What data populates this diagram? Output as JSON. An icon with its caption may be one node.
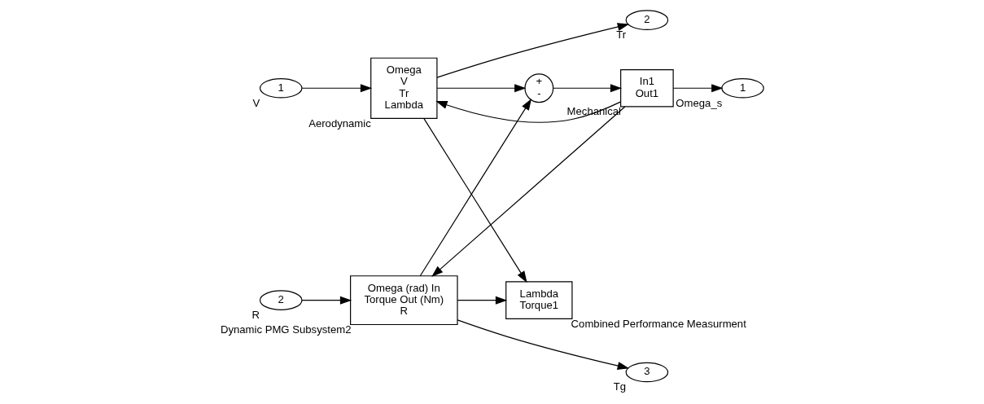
{
  "diagram": {
    "nodes": [
      {
        "text": [
          "1"
        ],
        "beside": [
          "V"
        ]
      },
      {
        "text": [
          "2"
        ],
        "beside": [
          "R"
        ]
      },
      {
        "text": [
          "Omega",
          "V",
          "Tr",
          "Lambda"
        ],
        "beside": [
          "Aerodynamic"
        ]
      },
      {
        "text": [
          "Lambda",
          "Torque1"
        ],
        "beside": [
          "Combined Performance Measurment"
        ]
      },
      {
        "text": [
          "Omega (rad) In",
          "Torque Out (Nm)",
          "R"
        ],
        "beside": [
          "Dynamic PMG Subsystem2"
        ]
      },
      {
        "text": [
          "+",
          "-"
        ]
      },
      {
        "text": [
          "In1",
          "Out1"
        ],
        "beside": [
          "Mechanical"
        ]
      },
      {
        "text": [
          "2"
        ],
        "beside": [
          "Tr"
        ]
      },
      {
        "text": [
          "3"
        ],
        "beside": [
          "Tg"
        ]
      },
      {
        "text": [
          "1"
        ],
        "beside": [
          "Omega_s"
        ]
      }
    ],
    "edges": [
      {
        "from": 0,
        "to": 2,
        "arrow": "to"
      },
      {
        "from": 2,
        "to": 7,
        "arrow": "to"
      },
      {
        "from": 2,
        "to": 5,
        "arrow": "to"
      },
      {
        "from": 2,
        "to": 3,
        "arrow": "to"
      },
      {
        "from": 1,
        "to": 4,
        "arrow": "to"
      },
      {
        "from": 4,
        "to": 3,
        "arrow": "to"
      },
      {
        "from": 4,
        "to": 5,
        "arrow": "to"
      },
      {
        "from": 4,
        "to": 8,
        "arrow": "to"
      },
      {
        "from": 5,
        "to": 6,
        "arrow": "to"
      },
      {
        "from": 6,
        "to": 9,
        "arrow": "to"
      },
      {
        "from": 6,
        "to": 2,
        "arrow": "to"
      },
      {
        "from": 6,
        "to": 4,
        "arrow": "to"
      }
    ]
  }
}
